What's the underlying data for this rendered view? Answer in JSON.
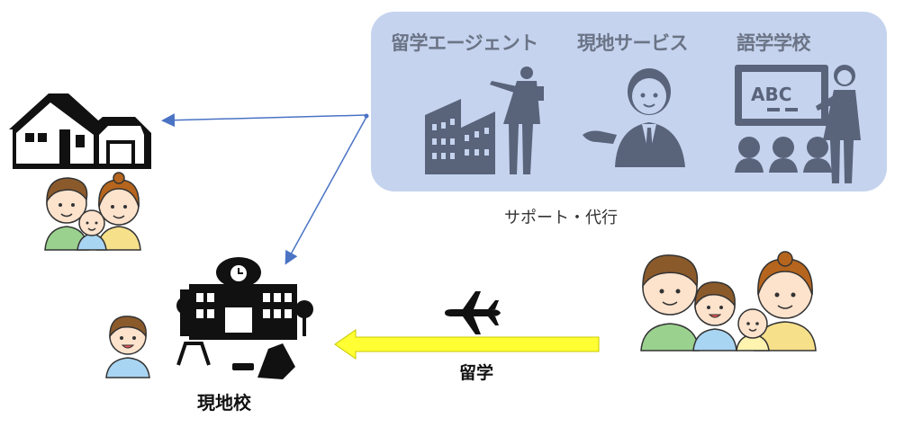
{
  "support_box": {
    "services": [
      {
        "label": "留学エージェント",
        "icon": "businesswoman-buildings-icon"
      },
      {
        "label": "現地サービス",
        "icon": "service-staff-icon"
      },
      {
        "label": "語学学校",
        "icon": "language-teacher-icon"
      }
    ],
    "caption": "サポート・代行",
    "board_text": "ABC"
  },
  "flow": {
    "study_abroad_label": "留学",
    "airplane_icon": "airplane-icon"
  },
  "nodes": {
    "home_family": {
      "icon": "house-icon",
      "people_icon": "family-icon"
    },
    "local_school": {
      "label": "現地校",
      "icon": "school-building-icon"
    },
    "child": {
      "icon": "child-icon"
    },
    "traveling_family": {
      "icon": "family-group-icon"
    }
  },
  "colors": {
    "panel": "#c5d3ee",
    "panel_icons": "#59637a",
    "connector": "#4a73c4",
    "arrow_fill": "#ffff33",
    "arrow_stroke": "#c8c800"
  }
}
